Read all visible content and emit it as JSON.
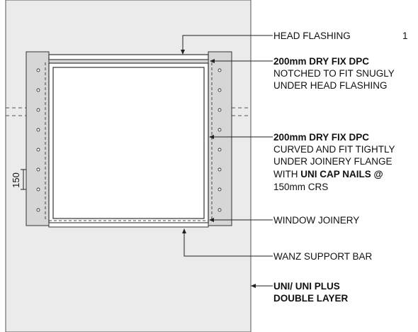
{
  "figure_number": "1",
  "dimension": "150",
  "labels": {
    "head_flashing": "HEAD FLASHING",
    "dpc_head": {
      "title": "200mm DRY FIX DPC",
      "line1": "NOTCHED TO FIT SNUGLY",
      "line2": "UNDER HEAD FLASHING"
    },
    "dpc_side": {
      "title": "200mm DRY FIX DPC",
      "line1": "CURVED AND FIT TIGHTLY",
      "line2": "UNDER JOINERY FLANGE",
      "line3_plain": "WITH ",
      "line3_bold": "UNI CAP NAILS @",
      "line4": "150mm CRS"
    },
    "window_joinery": "WINDOW JOINERY",
    "support_bar": "WANZ SUPPORT BAR",
    "membrane": {
      "line1": "UNI/ UNI PLUS",
      "line2": "DOUBLE LAYER"
    }
  },
  "colors": {
    "wall_fill": "#ebebeb",
    "jamb_fill": "#d6d6d6",
    "line": "#333333",
    "white": "#ffffff"
  }
}
